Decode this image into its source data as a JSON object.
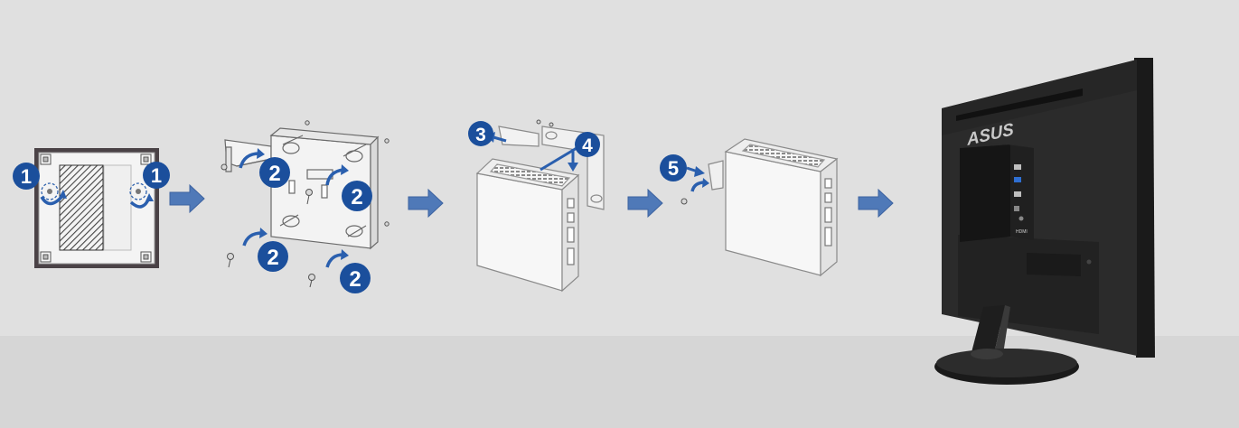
{
  "steps": {
    "s1": "1",
    "s2": "2",
    "s3": "3",
    "s4": "4",
    "s5": "5"
  },
  "monitor": {
    "brand_logo": "ASUS",
    "port_label": "HDMI"
  },
  "colors": {
    "badge": "#1b4f9c",
    "arrow": "#4f79b8",
    "background": "#e0e0e0",
    "floor": "#d6d6d6",
    "monitor_body": "#232323"
  }
}
